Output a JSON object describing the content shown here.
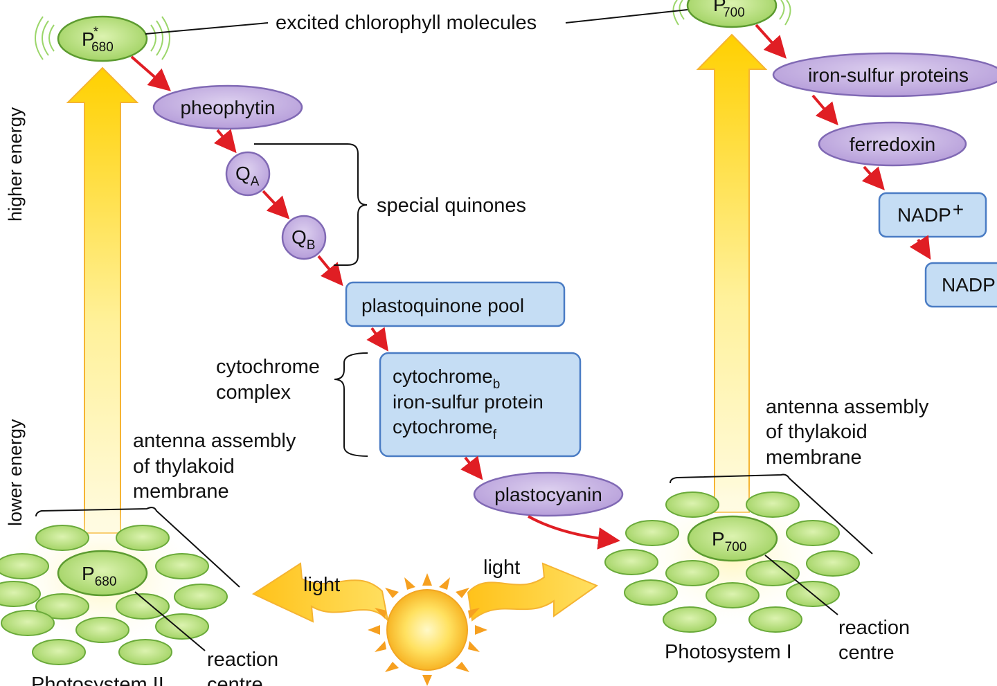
{
  "axis": {
    "high": "higher energy",
    "low": "lower energy"
  },
  "labels": {
    "excited": "excited chlorophyll molecules",
    "special_quinones": "special quinones",
    "cytochrome_complex": [
      "cytochrome",
      "complex"
    ],
    "antenna_left": [
      "antenna assembly",
      "of thylakoid",
      "membrane"
    ],
    "antenna_right": [
      "antenna assembly",
      "of thylakoid",
      "membrane"
    ],
    "reaction_left": [
      "reaction",
      "centre"
    ],
    "reaction_right": [
      "reaction",
      "centre"
    ],
    "light_left": "light",
    "light_right": "light",
    "ps2": "Photosystem II",
    "ps1": "Photosystem I"
  },
  "nodes": {
    "p680_excited": {
      "main": "P",
      "sup": "*",
      "sub": "680"
    },
    "p700_excited": {
      "main": "P",
      "sup": "*",
      "sub": "700"
    },
    "p680": {
      "main": "P",
      "sub": "680"
    },
    "p700": {
      "main": "P",
      "sub": "700"
    },
    "pheophytin": "pheophytin",
    "qa": {
      "main": "Q",
      "sub": "A"
    },
    "qb": {
      "main": "Q",
      "sub": "B"
    },
    "plastoquinone_pool": "plastoquinone pool",
    "cytochrome_box": {
      "line1_main": "cytochrome",
      "line1_sub": "b",
      "line2": "iron-sulfur protein",
      "line3_main": "cytochrome",
      "line3_sub": "f"
    },
    "plastocyanin": "plastocyanin",
    "iron_sulfur_proteins": "iron-sulfur proteins",
    "ferredoxin": "ferredoxin",
    "nadp_plus": {
      "main": "NADP",
      "sup": "+"
    },
    "nadph": "NADPH"
  },
  "colors": {
    "purple_fill": "#c6b3e0",
    "purple_stroke": "#8069b4",
    "blue_fill": "#c5ddf4",
    "blue_stroke": "#4a7cc4",
    "green_fill": "#b8e07e",
    "green_stroke": "#6aaa3a",
    "arrow_red": "#e01e24",
    "energy_yellow": "#ffd400",
    "sun_orange": "#f6a020"
  }
}
